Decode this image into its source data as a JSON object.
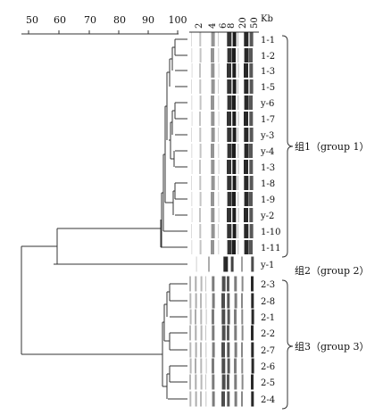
{
  "similarity_axis": {
    "ticks": [
      "50",
      "60",
      "70",
      "80",
      "90",
      "100"
    ],
    "range": [
      50,
      100
    ]
  },
  "size_axis": {
    "ticks": [
      "2",
      "4",
      "6",
      "8",
      "20",
      "50"
    ],
    "unit": "Kb"
  },
  "lanes": [
    "1-1",
    "1-2",
    "1-3",
    "1-5",
    "y-6",
    "1-7",
    "y-3",
    "y-4",
    "1-3",
    "1-8",
    "1-9",
    "y-2",
    "1-10",
    "1-11",
    "y-1",
    "2-3",
    "2-8",
    "2-1",
    "2-2",
    "2-7",
    "2-6",
    "2-5",
    "2-4"
  ],
  "groups": [
    {
      "label": "组1（group 1）",
      "first": 0,
      "last": 13
    },
    {
      "label": "组2（group 2）",
      "first": 14,
      "last": 14
    },
    {
      "label": "组3（group 3）",
      "first": 15,
      "last": 22
    }
  ],
  "colors": {
    "line": "#333333",
    "band_dark": "#111111",
    "band_light": "#bdbdbd"
  }
}
